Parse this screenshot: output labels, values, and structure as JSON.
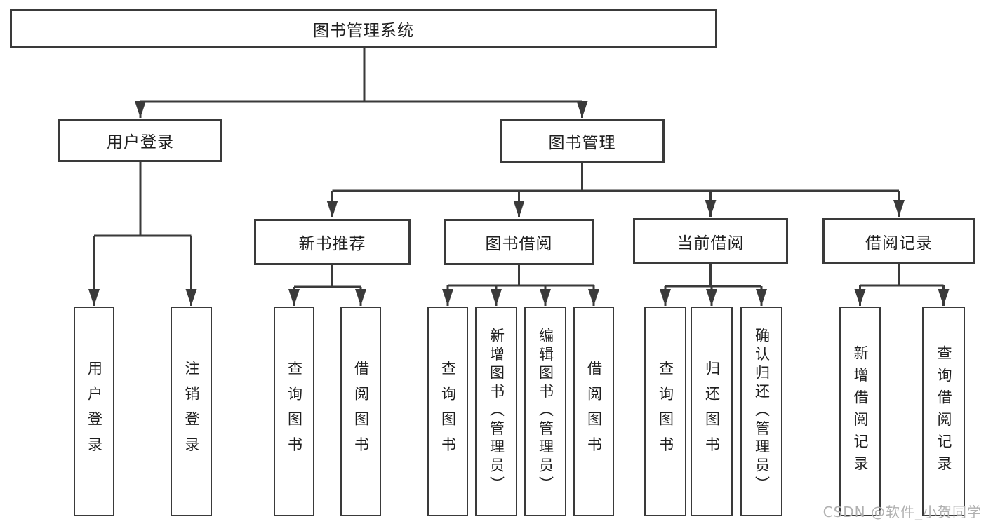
{
  "diagram": {
    "root": {
      "label": "图书管理系统"
    },
    "branches": [
      {
        "label": "用户登录",
        "children": [
          {
            "label": "用户登录"
          },
          {
            "label": "注销登录"
          }
        ]
      },
      {
        "label": "图书管理",
        "children": [
          {
            "label": "新书推荐",
            "children": [
              {
                "label": "查询图书"
              },
              {
                "label": "借阅图书"
              }
            ]
          },
          {
            "label": "图书借阅",
            "children": [
              {
                "label": "查询图书"
              },
              {
                "label": "新增图书（管理员）"
              },
              {
                "label": "编辑图书（管理员）"
              },
              {
                "label": "借阅图书"
              }
            ]
          },
          {
            "label": "当前借阅",
            "children": [
              {
                "label": "查询图书"
              },
              {
                "label": "归还图书"
              },
              {
                "label": "确认归还（管理员）"
              }
            ]
          },
          {
            "label": "借阅记录",
            "children": [
              {
                "label": "新增借阅记录"
              },
              {
                "label": "查询借阅记录"
              }
            ]
          }
        ]
      }
    ]
  },
  "watermark": {
    "text": "CSDN @软件_小贺同学"
  },
  "colors": {
    "line": "#3a3a3a",
    "text": "#1f1f1f",
    "watermark": "#b0b0b0",
    "bg": "#ffffff"
  }
}
